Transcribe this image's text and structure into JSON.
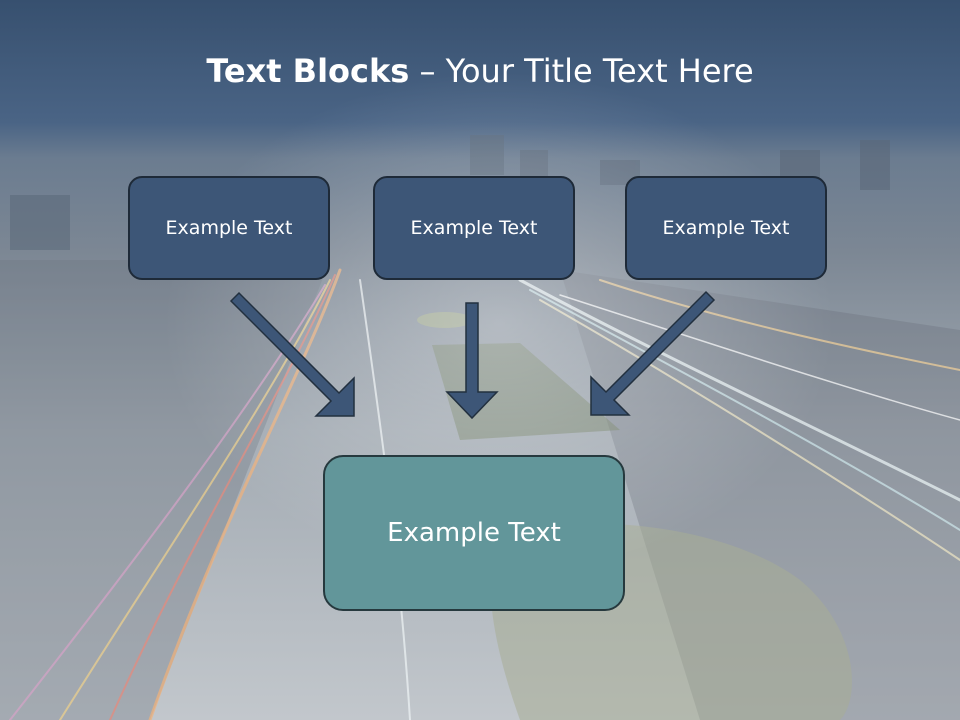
{
  "title": {
    "bold": "Text Blocks",
    "dash": "–",
    "rest": "Your Title Text Here"
  },
  "boxes": [
    {
      "label": "Example Text"
    },
    {
      "label": "Example Text"
    },
    {
      "label": "Example Text"
    }
  ],
  "main_box": {
    "label": "Example Text"
  },
  "colors": {
    "small_box_fill": "#3d5677",
    "main_box_fill": "#62969a",
    "arrow_fill": "#3d5677",
    "header_band": "#3c5677"
  }
}
